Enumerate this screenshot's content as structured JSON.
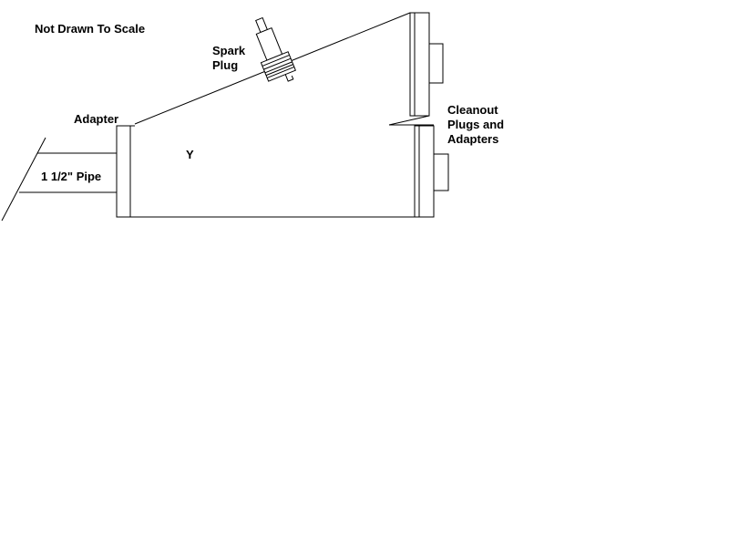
{
  "labels": {
    "scale_note": "Not Drawn To Scale",
    "spark_plug_line1": "Spark",
    "spark_plug_line2": "Plug",
    "adapter": "Adapter",
    "pipe": "1 1/2\" Pipe",
    "y_fitting": "Y",
    "cleanout_line1": "Cleanout",
    "cleanout_line2": "Plugs and",
    "cleanout_line3": "Adapters"
  },
  "colors": {
    "ink": "#000000",
    "background": "#ffffff"
  }
}
